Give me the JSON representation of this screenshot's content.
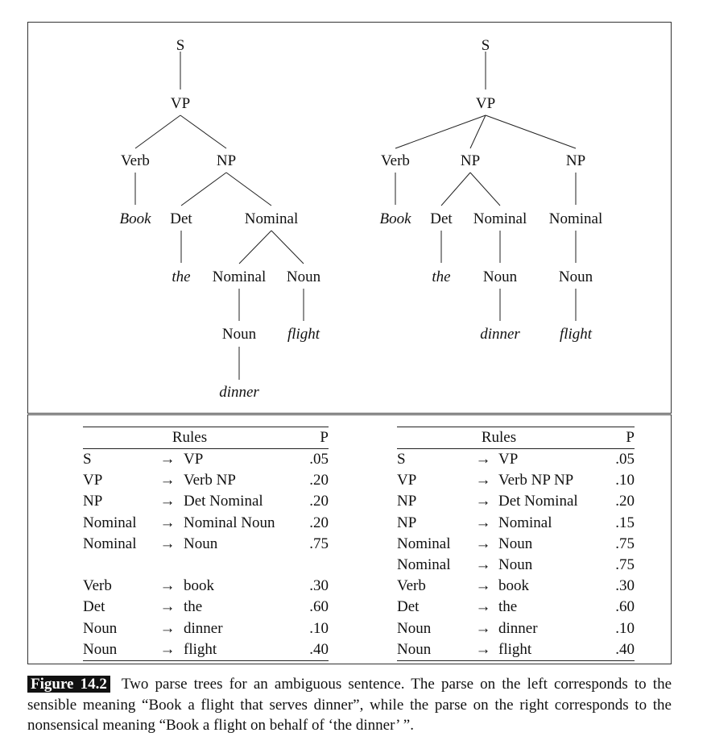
{
  "tree_left": {
    "nodes": [
      "S",
      "VP",
      "Verb",
      "NP",
      "Book",
      "Det",
      "Nominal",
      "the",
      "Nominal",
      "Noun",
      "Noun",
      "flight",
      "dinner"
    ]
  },
  "tree_right": {
    "nodes": [
      "S",
      "VP",
      "Verb",
      "NP",
      "NP",
      "Book",
      "Det",
      "Nominal",
      "Nominal",
      "the",
      "Noun",
      "Noun",
      "dinner",
      "flight"
    ]
  },
  "rules_left": {
    "header": {
      "rules": "Rules",
      "p": "P"
    },
    "rows": [
      {
        "lhs": "S",
        "arrow": "→",
        "rhs": "VP",
        "p": ".05"
      },
      {
        "lhs": "VP",
        "arrow": "→",
        "rhs": "Verb NP",
        "p": ".20"
      },
      {
        "lhs": "NP",
        "arrow": "→",
        "rhs": "Det Nominal",
        "p": ".20"
      },
      {
        "lhs": "Nominal",
        "arrow": "→",
        "rhs": "Nominal Noun",
        "p": ".20"
      },
      {
        "lhs": "Nominal",
        "arrow": "→",
        "rhs": "Noun",
        "p": ".75"
      },
      {
        "lhs": "",
        "arrow": "",
        "rhs": "",
        "p": ""
      },
      {
        "lhs": "Verb",
        "arrow": "→",
        "rhs": "book",
        "p": ".30"
      },
      {
        "lhs": "Det",
        "arrow": "→",
        "rhs": "the",
        "p": ".60"
      },
      {
        "lhs": "Noun",
        "arrow": "→",
        "rhs": "dinner",
        "p": ".10"
      },
      {
        "lhs": "Noun",
        "arrow": "→",
        "rhs": "flight",
        "p": ".40"
      }
    ]
  },
  "rules_right": {
    "header": {
      "rules": "Rules",
      "p": "P"
    },
    "rows": [
      {
        "lhs": "S",
        "arrow": "→",
        "rhs": "VP",
        "p": ".05"
      },
      {
        "lhs": "VP",
        "arrow": "→",
        "rhs": "Verb NP NP",
        "p": ".10"
      },
      {
        "lhs": "NP",
        "arrow": "→",
        "rhs": "Det Nominal",
        "p": ".20"
      },
      {
        "lhs": "NP",
        "arrow": "→",
        "rhs": "Nominal",
        "p": ".15"
      },
      {
        "lhs": "Nominal",
        "arrow": "→",
        "rhs": "Noun",
        "p": ".75"
      },
      {
        "lhs": "Nominal",
        "arrow": "→",
        "rhs": "Noun",
        "p": ".75"
      },
      {
        "lhs": "Verb",
        "arrow": "→",
        "rhs": "book",
        "p": ".30"
      },
      {
        "lhs": "Det",
        "arrow": "→",
        "rhs": "the",
        "p": ".60"
      },
      {
        "lhs": "Noun",
        "arrow": "→",
        "rhs": "dinner",
        "p": ".10"
      },
      {
        "lhs": "Noun",
        "arrow": "→",
        "rhs": "flight",
        "p": ".40"
      }
    ]
  },
  "caption": {
    "label": "Figure 14.2",
    "text": "Two parse trees for an ambiguous sentence. The parse on the left corresponds to the sensible meaning “Book a flight that serves dinner”, while the parse on the right corresponds to the nonsensical meaning “Book a flight on behalf of ‘the dinner’ ”."
  }
}
